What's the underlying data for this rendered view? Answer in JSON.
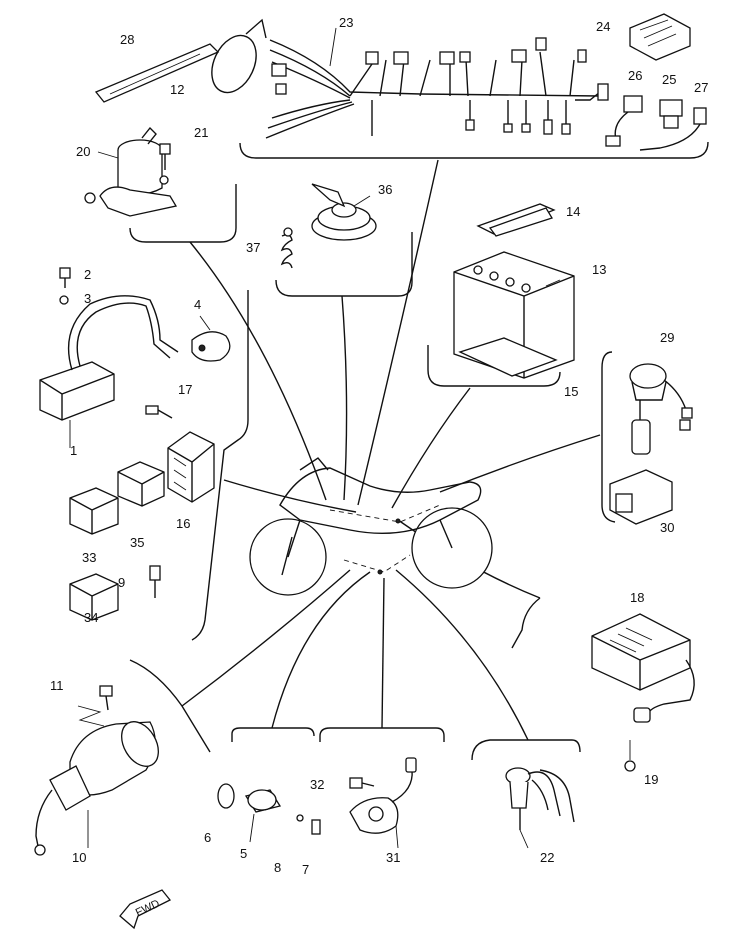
{
  "parts": [
    {
      "id": "p1",
      "label": "1"
    },
    {
      "id": "p2",
      "label": "2"
    },
    {
      "id": "p3",
      "label": "3"
    },
    {
      "id": "p4",
      "label": "4"
    },
    {
      "id": "p5",
      "label": "5"
    },
    {
      "id": "p6",
      "label": "6"
    },
    {
      "id": "p7",
      "label": "7"
    },
    {
      "id": "p8",
      "label": "8"
    },
    {
      "id": "p9",
      "label": "9"
    },
    {
      "id": "p10",
      "label": "10"
    },
    {
      "id": "p11",
      "label": "11"
    },
    {
      "id": "p12",
      "label": "12"
    },
    {
      "id": "p13",
      "label": "13"
    },
    {
      "id": "p14",
      "label": "14"
    },
    {
      "id": "p15",
      "label": "15"
    },
    {
      "id": "p16",
      "label": "16"
    },
    {
      "id": "p17",
      "label": "17"
    },
    {
      "id": "p18",
      "label": "18"
    },
    {
      "id": "p19",
      "label": "19"
    },
    {
      "id": "p20",
      "label": "20"
    },
    {
      "id": "p21",
      "label": "21"
    },
    {
      "id": "p22",
      "label": "22"
    },
    {
      "id": "p23",
      "label": "23"
    },
    {
      "id": "p24",
      "label": "24"
    },
    {
      "id": "p25",
      "label": "25"
    },
    {
      "id": "p26",
      "label": "26"
    },
    {
      "id": "p27",
      "label": "27"
    },
    {
      "id": "p28",
      "label": "28"
    },
    {
      "id": "p29",
      "label": "29"
    },
    {
      "id": "p30",
      "label": "30"
    },
    {
      "id": "p31",
      "label": "31"
    },
    {
      "id": "p32",
      "label": "32"
    },
    {
      "id": "p33",
      "label": "33"
    },
    {
      "id": "p34",
      "label": "34"
    },
    {
      "id": "p35",
      "label": "35"
    },
    {
      "id": "p36",
      "label": "36"
    },
    {
      "id": "p37",
      "label": "37"
    }
  ],
  "direction_marker": "FWD"
}
